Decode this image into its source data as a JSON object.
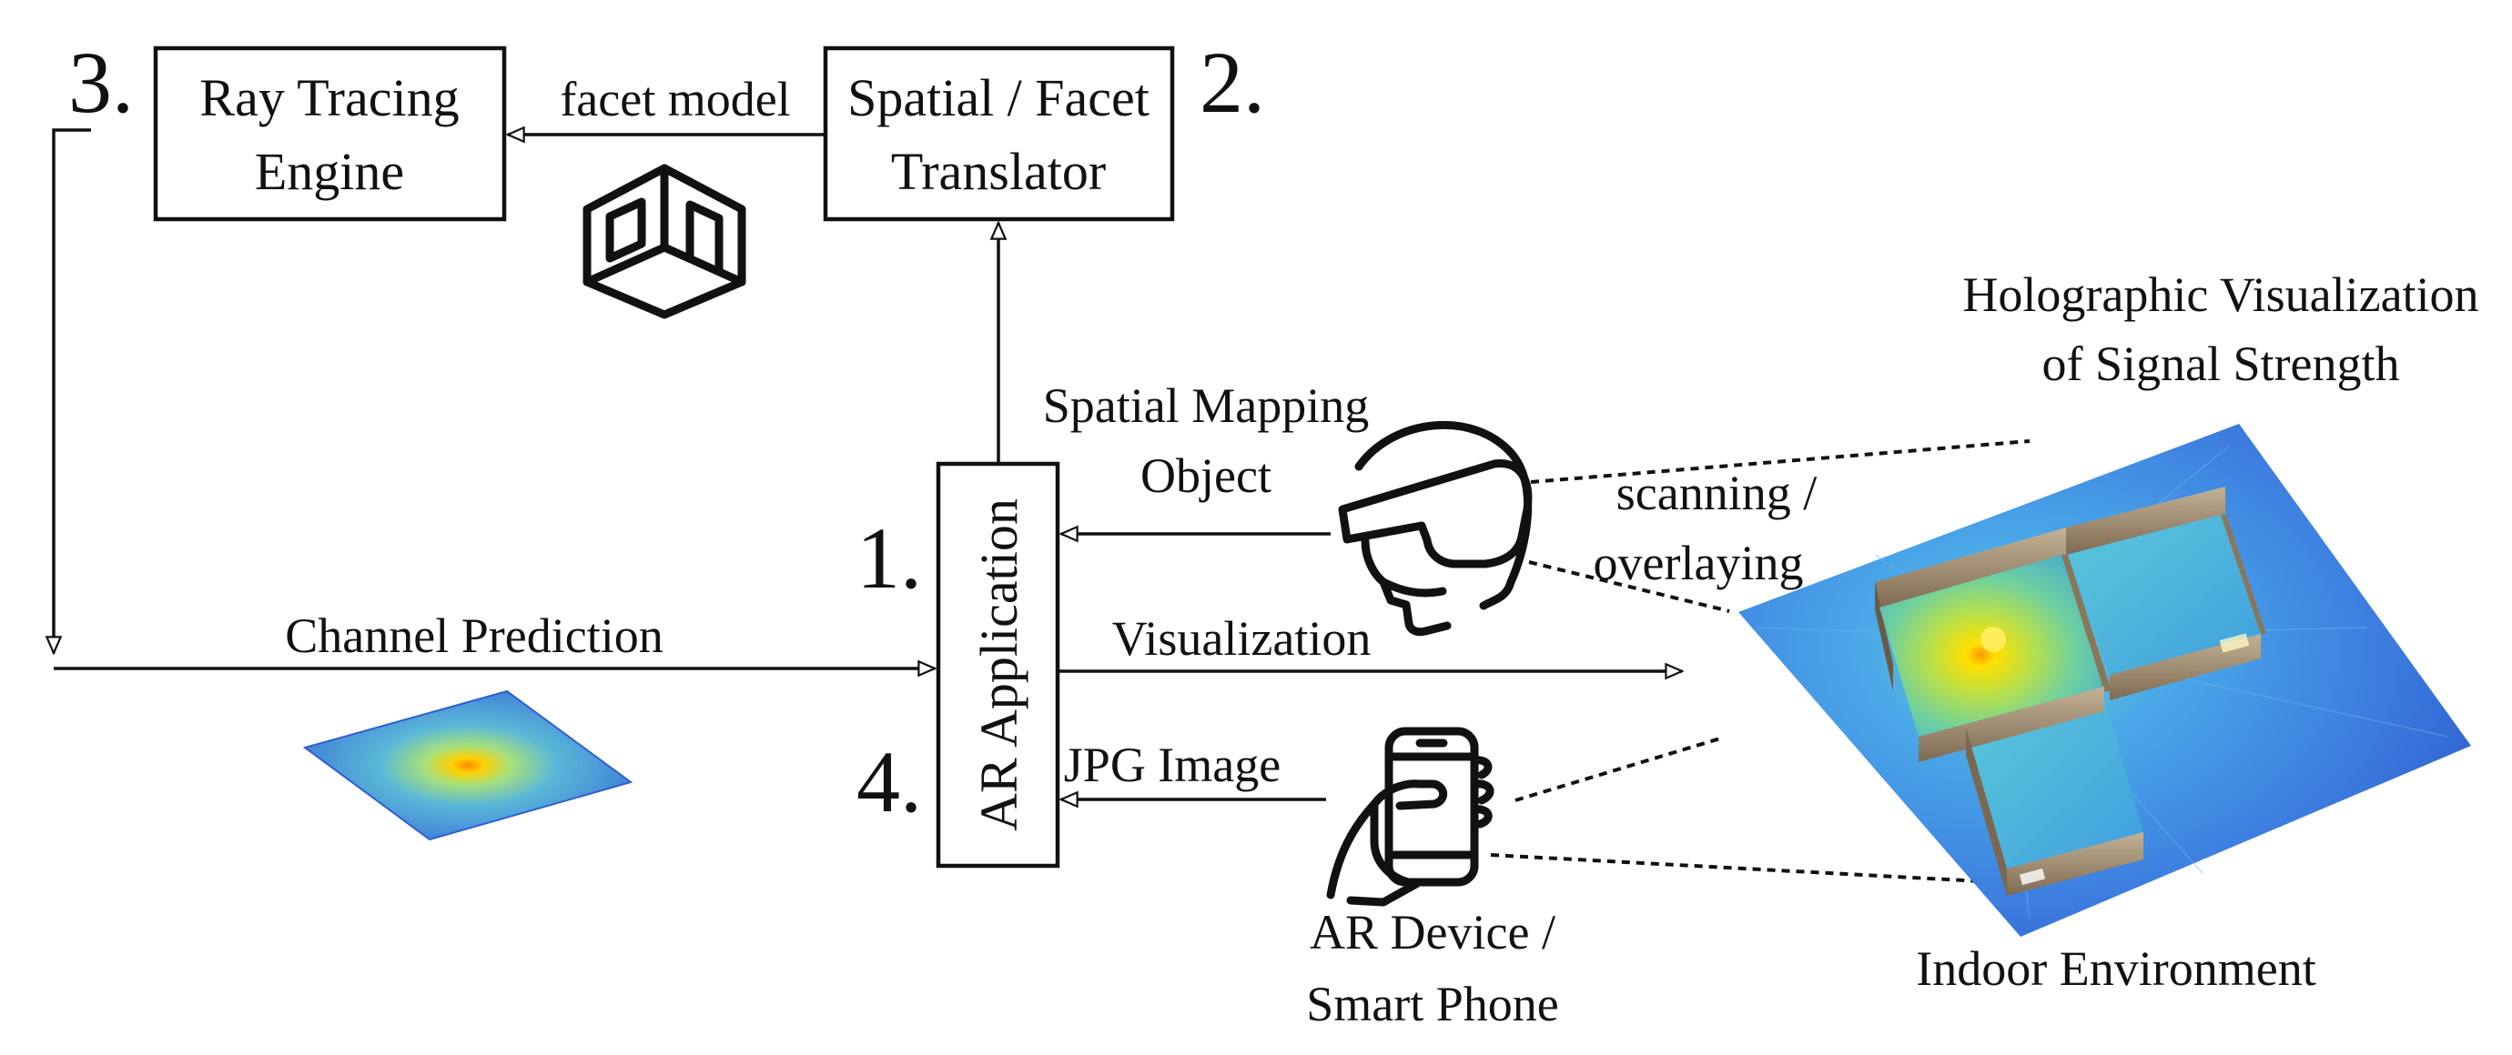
{
  "nodes": {
    "ray_tracing": {
      "line1": "Ray Tracing",
      "line2": "Engine"
    },
    "translator": {
      "line1": "Spatial / Facet",
      "line2": "Translator"
    },
    "ar_app": {
      "label": "AR Application"
    }
  },
  "step_numbers": {
    "one": "1.",
    "two": "2.",
    "three": "3.",
    "four": "4."
  },
  "edges": {
    "facet_model": "facet model",
    "channel_prediction": "Channel Prediction",
    "spatial_mapping": {
      "line1": "Spatial Mapping",
      "line2": "Object"
    },
    "visualization": "Visualization",
    "jpg_image": "JPG Image",
    "scanning": {
      "line1": "scanning /",
      "line2": "overlaying"
    }
  },
  "labels": {
    "holographic": {
      "line1": "Holographic Visualization",
      "line2": "of Signal Strength"
    },
    "indoor_env": "Indoor Environment",
    "ar_device": {
      "line1": "AR Device /",
      "line2": "Smart Phone"
    }
  },
  "colors": {
    "heatmap_low": "#3f7be0",
    "heatmap_mid": "#5fd0b8",
    "heatmap_high": "#ffd000",
    "wall": "#a8957a"
  },
  "icons": [
    "facet-cube-icon",
    "ar-headset-icon",
    "smartphone-hand-icon"
  ]
}
